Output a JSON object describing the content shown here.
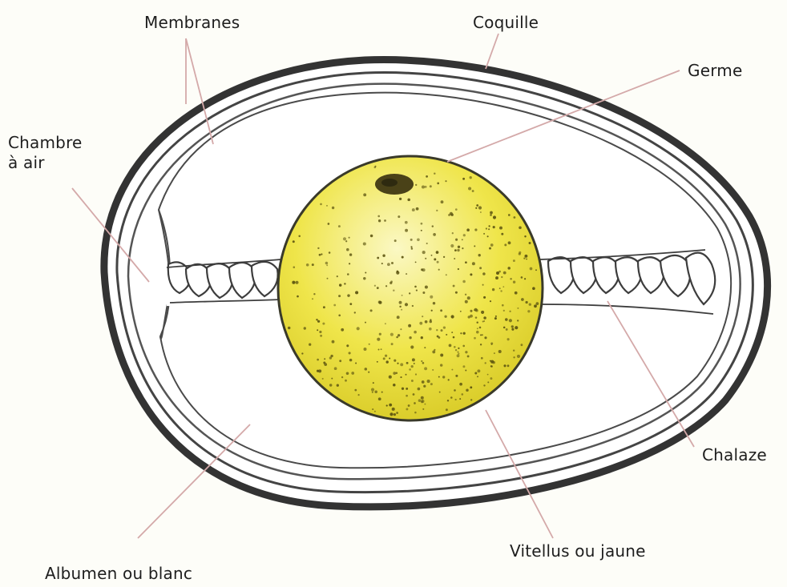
{
  "diagram": {
    "labels": {
      "membranes": "Membranes",
      "coquille": "Coquille",
      "germe": "Germe",
      "chambre_line1": "Chambre",
      "chambre_line2": "à air",
      "chalaze": "Chalaze",
      "vitellus": "Vitellus ou jaune",
      "albumen": "Albumen ou blanc"
    },
    "colors": {
      "yolk": "#ece23c",
      "yolk_highlight": "#f8f4a8",
      "yolk_shadow": "#cdbf1e",
      "shell_stroke": "#3a3a3a",
      "leader_line": "#d4a9a9",
      "background": "#fdfdf8"
    }
  }
}
